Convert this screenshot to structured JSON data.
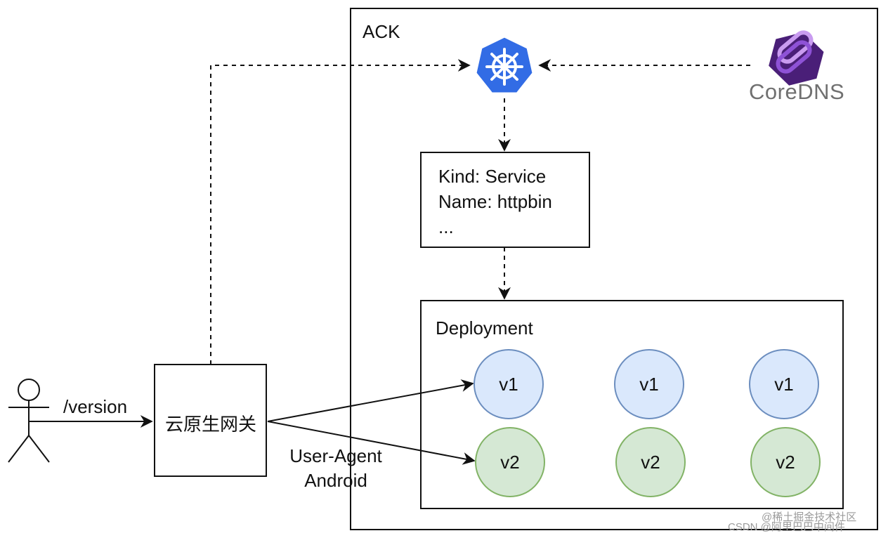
{
  "ack_label": "ACK",
  "coredns": {
    "label_core": "Core",
    "label_dns": "DNS"
  },
  "service_box": {
    "lines": [
      "Kind: Service",
      "Name: httpbin",
      "..."
    ]
  },
  "deployment": {
    "title": "Deployment",
    "pods": [
      {
        "label": "v1",
        "version": "v1"
      },
      {
        "label": "v1",
        "version": "v1"
      },
      {
        "label": "v1",
        "version": "v1"
      },
      {
        "label": "v2",
        "version": "v2"
      },
      {
        "label": "v2",
        "version": "v2"
      },
      {
        "label": "v2",
        "version": "v2"
      }
    ]
  },
  "gateway": {
    "label": "云原生网关"
  },
  "request": {
    "path_label": "/version"
  },
  "route_condition": {
    "line1": "User-Agent",
    "line2": "Android"
  },
  "watermark": {
    "line1": "@稀土掘金技术社区",
    "line2": "CSDN @阿里巴巴中间件"
  },
  "colors": {
    "v1_fill": "#dae8fc",
    "v1_stroke": "#6c8ebf",
    "v2_fill": "#d5e8d4",
    "v2_stroke": "#82b366",
    "k8s_blue": "#326ce5",
    "coredns_purple": "#5b2a86"
  },
  "icons": [
    "actor-icon",
    "kubernetes-icon",
    "coredns-logo-icon"
  ]
}
